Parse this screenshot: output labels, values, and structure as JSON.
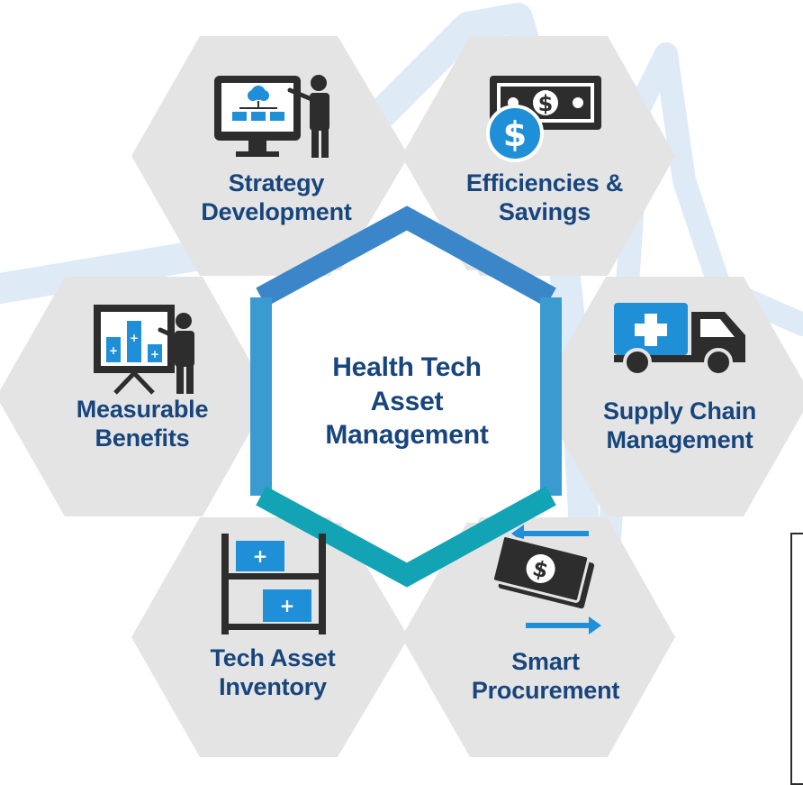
{
  "center": {
    "lines": [
      "Health Tech",
      "Asset",
      "Management"
    ]
  },
  "petals": {
    "strategy": {
      "lines": [
        "Strategy",
        "Development"
      ]
    },
    "efficiencies": {
      "lines": [
        "Efficiencies &",
        "Savings"
      ]
    },
    "supply": {
      "lines": [
        "Supply Chain",
        "Management"
      ]
    },
    "procurement": {
      "lines": [
        "Smart",
        "Procurement"
      ]
    },
    "inventory": {
      "lines": [
        "Tech Asset",
        "Inventory"
      ]
    },
    "measurable": {
      "lines": [
        "Measurable",
        "Benefits"
      ]
    }
  },
  "icons": {
    "strategy": "presentation-flowchart-icon",
    "efficiencies": "dollar-banknote-icon",
    "supply": "medical-truck-icon",
    "procurement": "money-exchange-icon",
    "inventory": "shelf-boxes-icon",
    "measurable": "bar-chart-presentation-icon"
  },
  "colors": {
    "text": "#17457c",
    "hex_fill": "#e4e4e4",
    "icon_dark": "#2d2d2d",
    "icon_blue": "#1f8fd8",
    "ring_top": "#3b86c9",
    "ring_side": "#3a9bd0",
    "ring_bottom": "#12a3b5"
  }
}
